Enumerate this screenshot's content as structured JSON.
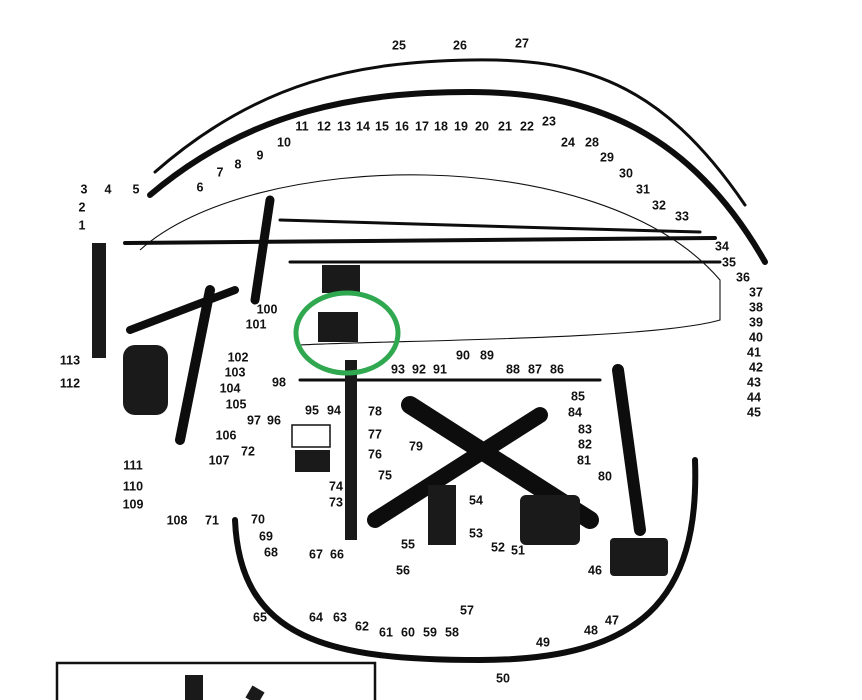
{
  "diagram": {
    "type": "exploded parts diagram",
    "highlight_color": "#2fa84f",
    "callouts": [
      "1",
      "2",
      "3",
      "4",
      "5",
      "6",
      "7",
      "8",
      "9",
      "10",
      "11",
      "12",
      "13",
      "14",
      "15",
      "16",
      "17",
      "18",
      "19",
      "20",
      "21",
      "22",
      "23",
      "24",
      "25",
      "26",
      "27",
      "28",
      "29",
      "30",
      "31",
      "32",
      "33",
      "34",
      "35",
      "36",
      "37",
      "38",
      "39",
      "40",
      "41",
      "42",
      "43",
      "44",
      "45",
      "46",
      "47",
      "48",
      "49",
      "50",
      "51",
      "52",
      "53",
      "54",
      "55",
      "56",
      "57",
      "58",
      "59",
      "60",
      "61",
      "62",
      "63",
      "64",
      "65",
      "66",
      "67",
      "68",
      "69",
      "70",
      "71",
      "72",
      "73",
      "74",
      "75",
      "76",
      "77",
      "78",
      "79",
      "80",
      "81",
      "82",
      "83",
      "84",
      "85",
      "86",
      "87",
      "88",
      "89",
      "90",
      "91",
      "92",
      "93",
      "94",
      "95",
      "96",
      "97",
      "98",
      "100",
      "101",
      "102",
      "103",
      "104",
      "105",
      "106",
      "107",
      "108",
      "109",
      "110",
      "111",
      "112",
      "113"
    ]
  }
}
